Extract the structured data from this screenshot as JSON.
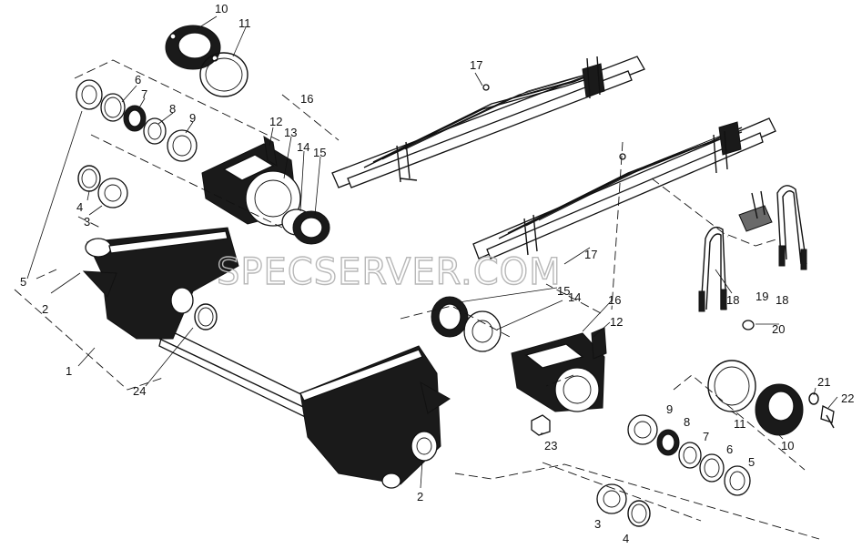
{
  "watermark": "SPECSERVER.COM",
  "labels": [
    {
      "id": "l10a",
      "text": "10"
    },
    {
      "id": "l11a",
      "text": "11"
    },
    {
      "id": "l17a",
      "text": "17"
    },
    {
      "id": "l16a",
      "text": "16"
    },
    {
      "id": "l6a",
      "text": "6"
    },
    {
      "id": "l7a",
      "text": "7"
    },
    {
      "id": "l8a",
      "text": "8"
    },
    {
      "id": "l9a",
      "text": "9"
    },
    {
      "id": "l12a",
      "text": "12"
    },
    {
      "id": "l13a",
      "text": "13"
    },
    {
      "id": "l14a",
      "text": "14"
    },
    {
      "id": "l15a",
      "text": "15"
    },
    {
      "id": "l4a",
      "text": "4"
    },
    {
      "id": "l3a",
      "text": "3"
    },
    {
      "id": "l5a",
      "text": "5"
    },
    {
      "id": "l2a",
      "text": "2"
    },
    {
      "id": "l1",
      "text": "1"
    },
    {
      "id": "l24",
      "text": "24"
    },
    {
      "id": "l17b",
      "text": "17"
    },
    {
      "id": "l15b",
      "text": "15"
    },
    {
      "id": "l14b",
      "text": "14"
    },
    {
      "id": "l16b",
      "text": "16"
    },
    {
      "id": "l12b",
      "text": "12"
    },
    {
      "id": "l18a",
      "text": "18"
    },
    {
      "id": "l19",
      "text": "19"
    },
    {
      "id": "l18b",
      "text": "18"
    },
    {
      "id": "l20",
      "text": "20"
    },
    {
      "id": "l21",
      "text": "21"
    },
    {
      "id": "l22",
      "text": "22"
    },
    {
      "id": "l11b",
      "text": "11"
    },
    {
      "id": "l10b",
      "text": "10"
    },
    {
      "id": "l9b",
      "text": "9"
    },
    {
      "id": "l8b",
      "text": "8"
    },
    {
      "id": "l7b",
      "text": "7"
    },
    {
      "id": "l6b",
      "text": "6"
    },
    {
      "id": "l5b",
      "text": "5"
    },
    {
      "id": "l23",
      "text": "23"
    },
    {
      "id": "l2b",
      "text": "2"
    },
    {
      "id": "l3b",
      "text": "3"
    },
    {
      "id": "l4b",
      "text": "4"
    }
  ]
}
